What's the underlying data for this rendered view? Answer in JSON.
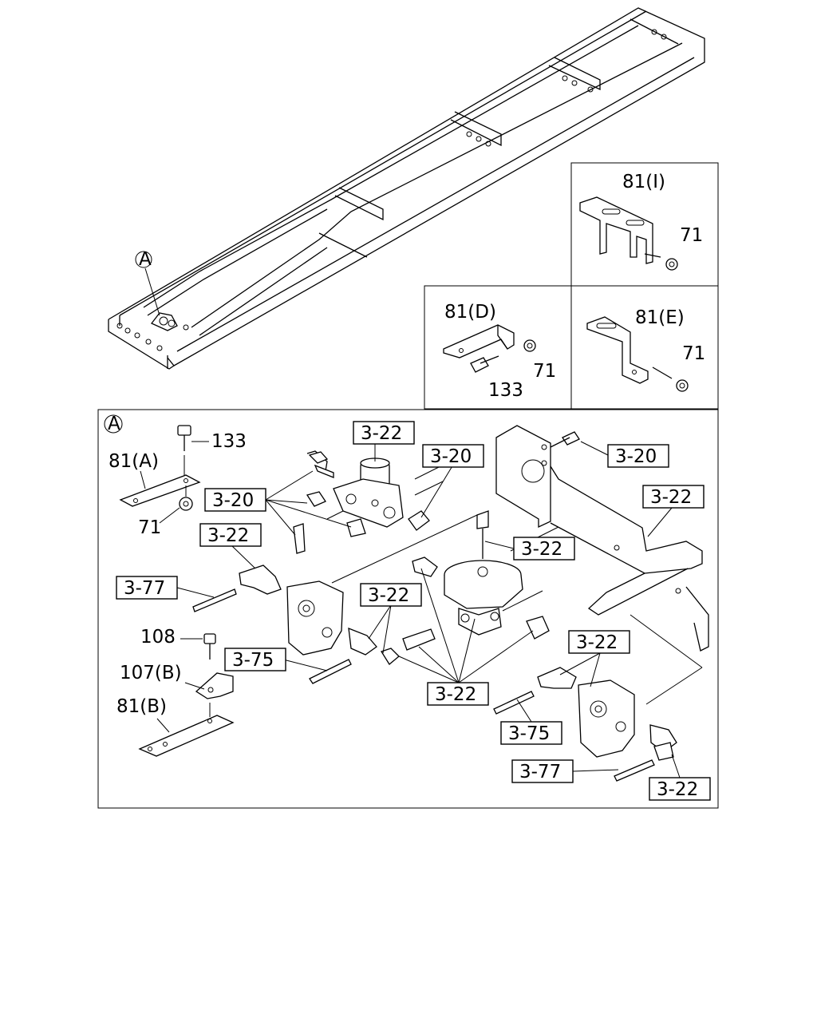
{
  "callouts": {
    "detail_a_marker": "A",
    "frame_a_marker": "A"
  },
  "inset_i": {
    "part": "81(I)",
    "nut": "71"
  },
  "inset_d": {
    "part": "81(D)",
    "nut": "71",
    "bolt": "133"
  },
  "inset_e": {
    "part": "81(E)",
    "nut": "71"
  },
  "detail": {
    "bolt_133": "133",
    "bracket_81a": "81(A)",
    "nut_71": "71",
    "bolt_108": "108",
    "clip_107b": "107(B)",
    "plate_81b": "81(B)"
  },
  "refs": {
    "r1": "3-22",
    "r2": "3-20",
    "r3": "3-20",
    "r4": "3-20",
    "r5": "3-22",
    "r6": "3-22",
    "r7": "3-22",
    "r8": "3-77",
    "r9": "3-22",
    "r10": "3-75",
    "r11": "3-22",
    "r12": "3-22",
    "r13": "3-75",
    "r14": "3-77",
    "r15": "3-22"
  }
}
